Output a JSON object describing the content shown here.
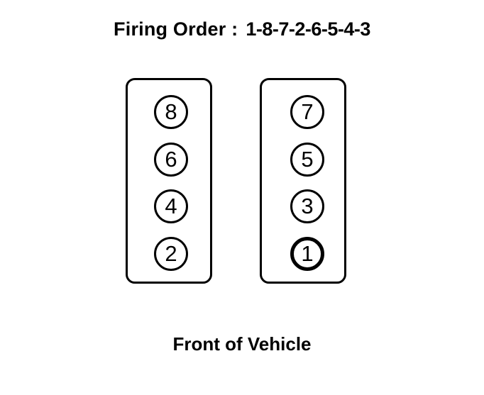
{
  "diagram": {
    "title": {
      "label": "Firing Order :",
      "sequence": "1-8-7-2-6-5-4-3"
    },
    "caption": "Front of Vehicle",
    "colors": {
      "background": "#ffffff",
      "stroke": "#000000",
      "text": "#000000"
    },
    "banks": [
      {
        "side": "left",
        "cylinders": [
          {
            "number": "8",
            "highlighted": false
          },
          {
            "number": "6",
            "highlighted": false
          },
          {
            "number": "4",
            "highlighted": false
          },
          {
            "number": "2",
            "highlighted": false
          }
        ]
      },
      {
        "side": "right",
        "cylinders": [
          {
            "number": "7",
            "highlighted": false
          },
          {
            "number": "5",
            "highlighted": false
          },
          {
            "number": "3",
            "highlighted": false
          },
          {
            "number": "1",
            "highlighted": true
          }
        ]
      }
    ]
  }
}
